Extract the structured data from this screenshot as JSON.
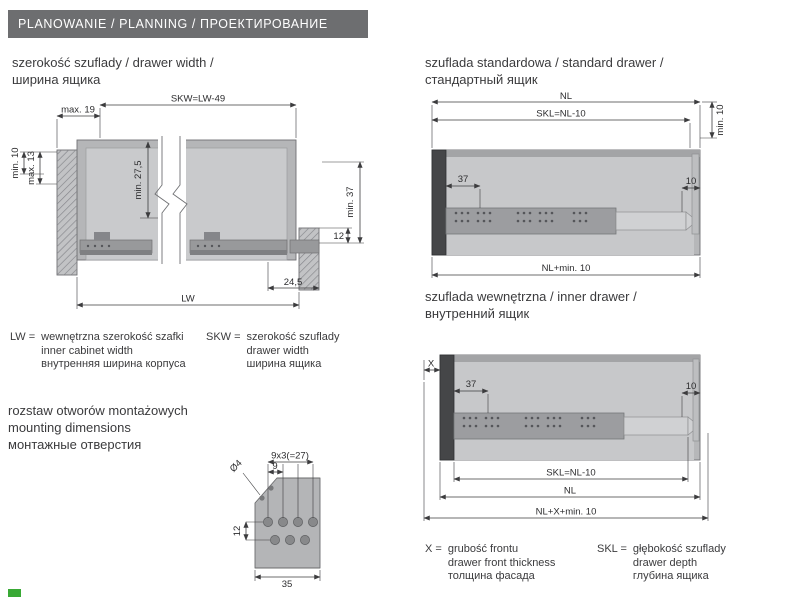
{
  "header": {
    "title": "PLANOWANIE / PLANNING / ПРОЕКТИРОВАНИЕ"
  },
  "colors": {
    "header_bg": "#6d6e70",
    "accent_green": "#39a935",
    "panel_gray": "#b5b6b8",
    "dark_front": "#454648"
  },
  "drawer_width": {
    "title1": "szerokość szuflady / drawer width /",
    "title2": "ширина ящика",
    "dim_max19": "max. 19",
    "dim_skw": "SKW=LW-49",
    "dim_min10": "min. 10",
    "dim_max13": "max. 13",
    "dim_min275": "min. 27,5",
    "dim_12": "12",
    "dim_min37": "min. 37",
    "dim_245": "24,5",
    "dim_lw": "LW",
    "legend_lw_term": "LW =",
    "legend_lw_1": "wewnętrzna szerokość szafki",
    "legend_lw_2": "inner cabinet width",
    "legend_lw_3": "внутренняя ширина корпуса",
    "legend_skw_term": "SKW =",
    "legend_skw_1": "szerokość szuflady",
    "legend_skw_2": "drawer width",
    "legend_skw_3": "ширина ящика"
  },
  "mounting": {
    "title1": "rozstaw otworów montażowych",
    "title2": "mounting dimensions",
    "title3": "монтажные отверстия",
    "dim_9x3": "9x3(=27)",
    "dim_9": "9",
    "dim_12": "12",
    "dim_35": "35",
    "dim_dia": "Ø4"
  },
  "standard_drawer": {
    "title1": "szuflada standardowa / standard drawer /",
    "title2": "стандартный ящик",
    "dim_nl": "NL",
    "dim_skl": "SKL=NL-10",
    "dim_min10": "min. 10",
    "dim_37": "37",
    "dim_10": "10",
    "dim_nl_min10": "NL+min. 10"
  },
  "inner_drawer": {
    "title1": "szuflada wewnętrzna / inner drawer /",
    "title2": "внутренний ящик",
    "dim_x": "X",
    "dim_37": "37",
    "dim_10": "10",
    "dim_skl": "SKL=NL-10",
    "dim_nl": "NL",
    "dim_nl_x_min10": "NL+X+min. 10"
  },
  "legend_right": {
    "x_term": "X =",
    "x_1": "grubość frontu",
    "x_2": "drawer front thickness",
    "x_3": "толщина фасада",
    "skl_term": "SKL =",
    "skl_1": "głębokość szuflady",
    "skl_2": "drawer depth",
    "skl_3": "глубина ящика"
  }
}
